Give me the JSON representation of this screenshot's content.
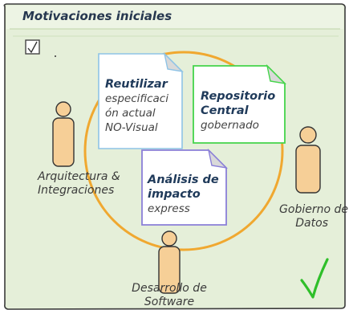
{
  "panel": {
    "title": "Motivaciones iniciales",
    "background": "#e5efd9",
    "header_background": "#eaf2df"
  },
  "circle": {
    "color": "#f0a830"
  },
  "notes": [
    {
      "title_lines": [
        "Reutilizar"
      ],
      "body_lines": [
        "especificaci",
        "ón actual",
        "NO-Visual"
      ],
      "border": "#8ec3e6"
    },
    {
      "title_lines": [
        "Repositorio",
        "Central"
      ],
      "body_lines": [
        "gobernado"
      ],
      "border": "#44d44a"
    },
    {
      "title_lines": [
        "Análisis de",
        "impacto"
      ],
      "body_lines": [
        "express"
      ],
      "border": "#8a7fd8"
    }
  ],
  "actors": [
    {
      "label_lines": [
        "Arquitectura &",
        "Integraciones"
      ]
    },
    {
      "label_lines": [
        "Gobierno de",
        "Datos"
      ]
    },
    {
      "label_lines": [
        "Desarrollo de",
        "Software"
      ]
    }
  ],
  "icons": {
    "checkbox": "checkbox-icon",
    "check": "checkmark-icon"
  },
  "colors": {
    "actor_fill": "#f6cf97",
    "check": "#2fbf2a",
    "outline": "#333333"
  }
}
